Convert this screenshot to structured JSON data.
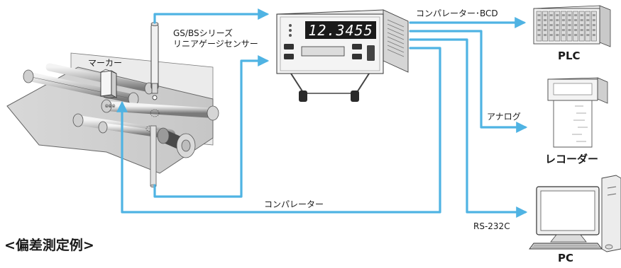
{
  "labels": {
    "sensor_line1": "GS/BSシリーズ",
    "sensor_line2": "リニアゲージセンサー",
    "marker": "マーカー",
    "comparator_bcd": "コンパレーター･BCD",
    "analog": "アナログ",
    "comparator": "コンパレーター",
    "rs232c": "RS-232C"
  },
  "display": {
    "reading": "12.3455"
  },
  "devices": {
    "plc": "PLC",
    "recorder": "レコーダー",
    "pc": "PC"
  },
  "section_heading": "<偏差測定例>",
  "colors": {
    "signal_line": "#4fb3e3",
    "device_outline": "#333333",
    "display_panel": "#1a1a1a",
    "display_digits": "#ffffff"
  },
  "icons": [
    "plc-rack-icon",
    "recorder-icon",
    "pc-icon",
    "counter-unit-icon",
    "linear-gauge-icon",
    "roller-machine-icon",
    "marker-icon"
  ]
}
